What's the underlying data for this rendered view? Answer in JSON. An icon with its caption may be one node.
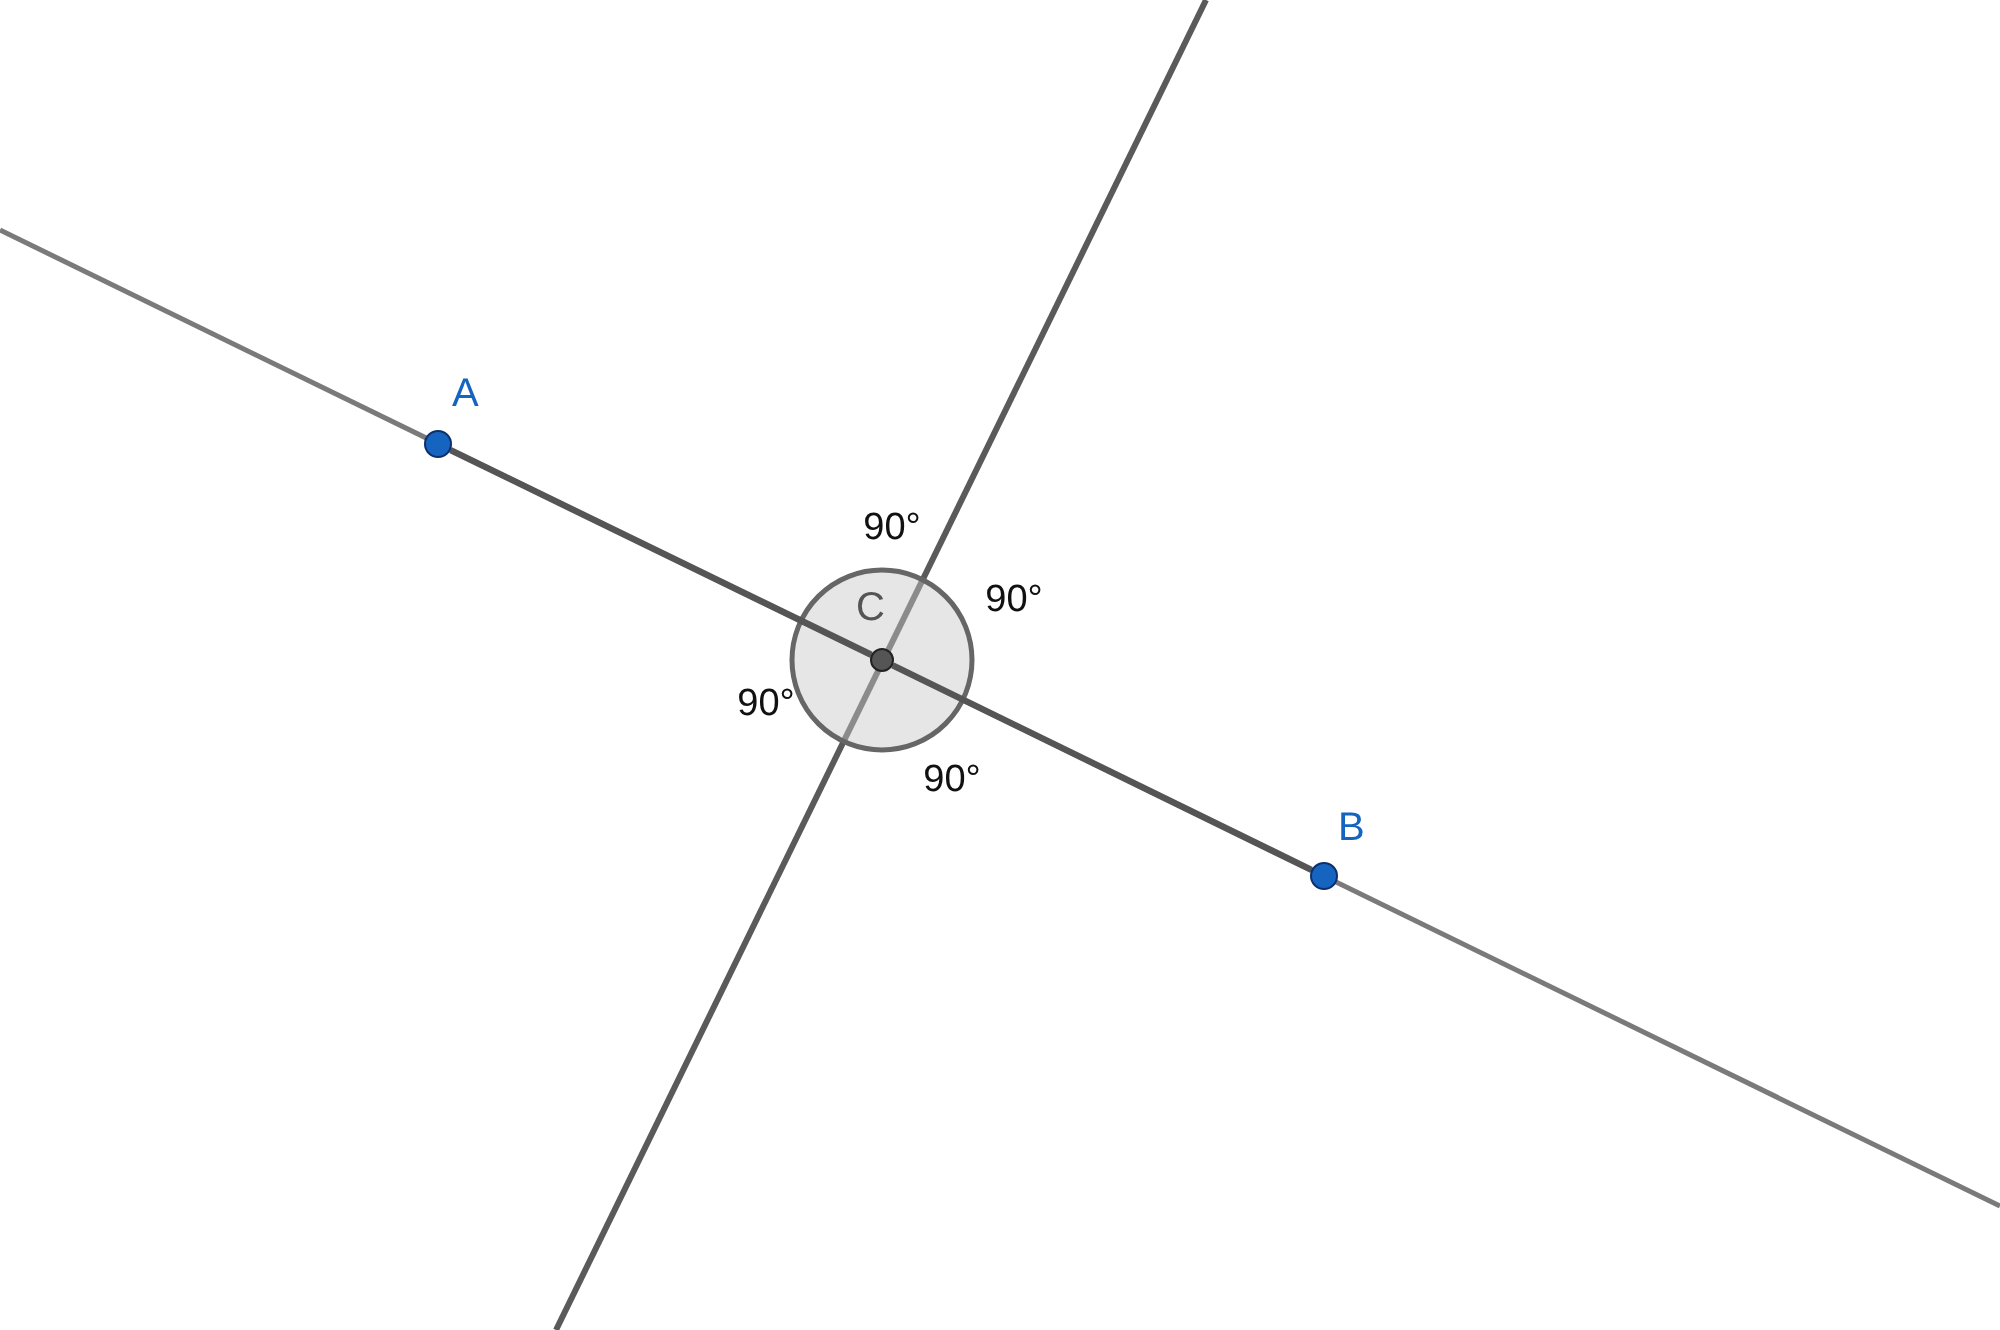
{
  "diagram": {
    "nodes": [
      {
        "text": [],
        "shape": "circle",
        "beside": [
          "A"
        ]
      },
      {
        "text": [],
        "shape": "circle",
        "beside": [
          "C"
        ]
      },
      {
        "text": [],
        "shape": "circle",
        "beside": [
          "B"
        ]
      }
    ],
    "edges": [
      {
        "from": 0,
        "to": 1,
        "arrow": "none"
      },
      {
        "from": 1,
        "to": 2,
        "arrow": "none"
      }
    ],
    "labels": [
      "90°",
      "90°",
      "90°",
      "90°"
    ]
  }
}
